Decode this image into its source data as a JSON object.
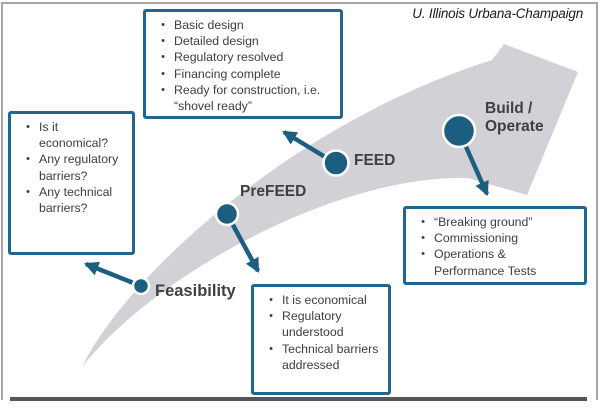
{
  "attribution": "U. Illinois Urbana-Champaign",
  "colors": {
    "accent": "#1b5e80",
    "box-border": "#216690",
    "swoosh": "#d2d2d6",
    "text": "#3d3d3d",
    "frame": "#a6a6a6",
    "frame-bottom": "#555555"
  },
  "stages": {
    "feasibility": {
      "label": "Feasibility"
    },
    "prefeed": {
      "label": "PreFEED"
    },
    "feed": {
      "label": "FEED"
    },
    "build": {
      "label": "Build / Operate"
    }
  },
  "boxes": {
    "feasibility_questions": {
      "items": [
        "Is it economical?",
        "Any regulatory barriers?",
        "Any technical barriers?"
      ]
    },
    "feed_deliverables": {
      "items": [
        "Basic design",
        "Detailed design",
        "Regulatory resolved",
        "Financing complete",
        "Ready for construction, i.e. “shovel ready”"
      ]
    },
    "prefeed_outcomes": {
      "items": [
        "It is economical",
        "Regulatory understood",
        "Technical barriers addressed"
      ]
    },
    "build_activities": {
      "items": [
        "“Breaking ground”",
        "Commissioning",
        "Operations & Performance Tests"
      ]
    }
  }
}
